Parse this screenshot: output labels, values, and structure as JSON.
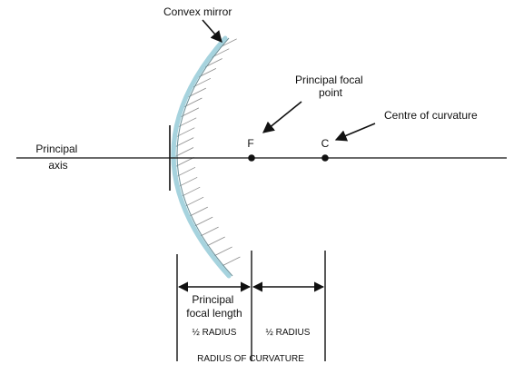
{
  "labels": {
    "mirror": "Convex mirror",
    "focal_point": [
      "Principal focal",
      "point"
    ],
    "centre": "Centre of curvature",
    "axis": [
      "Principal",
      "axis"
    ],
    "f": "F",
    "c": "C",
    "focal_length": [
      "Principal",
      "focal length"
    ],
    "half_radius_left": "½ RADIUS",
    "half_radius_right": "½ RADIUS",
    "radius_of_curvature": "RADIUS OF CURVATURE"
  },
  "colors": {
    "mirror_surface": "#a6d3de",
    "mirror_edge": "#6b8f97",
    "hatch": "#8a8a8a",
    "line": "#111111"
  }
}
